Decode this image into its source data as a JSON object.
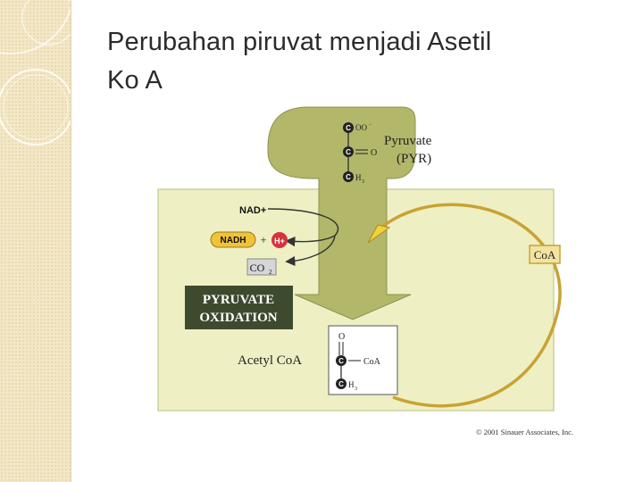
{
  "slide": {
    "title_line1": "Perubahan piruvat menjadi Asetil",
    "title_line2": "Ko A"
  },
  "diagram": {
    "pyruvate": {
      "label_line1": "Pyruvate",
      "label_line2": "(PYR)",
      "carbon": "C",
      "group_top": "OO",
      "group_top_sup": "−",
      "group_mid": "O",
      "group_bottom": "H",
      "group_bottom_sub": "3"
    },
    "nad_plus": "NAD+",
    "nadh": "NADH",
    "plus": "+",
    "h_plus": "H+",
    "co2": "CO",
    "co2_sub": "2",
    "process_label_line1": "PYRUVATE",
    "process_label_line2": "OXIDATION",
    "coa_tag": "CoA",
    "acetyl_coa": {
      "label": "Acetyl CoA",
      "carbon": "C",
      "group_top": "O",
      "group_mid": "CoA",
      "group_bottom": "H",
      "group_bottom_sub": "3"
    },
    "copyright": "© 2001 Sinauer Associates, Inc."
  },
  "colors": {
    "panel": "#eef0c4",
    "arrow": "#b3b76a",
    "cycle": "#c9a233",
    "nadh_badge": "#f0c23a",
    "h_badge": "#d8323c",
    "label_box": "#3d4a2e"
  }
}
